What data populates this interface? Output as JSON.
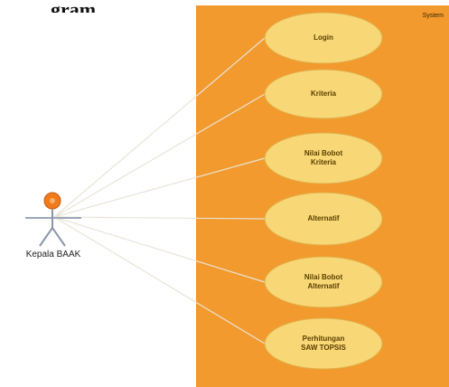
{
  "heading": "gram",
  "system": {
    "label": "System"
  },
  "actor": {
    "label": "Kepala BAAK",
    "icon": "stick-figure-icon"
  },
  "use_cases": [
    {
      "id": "login",
      "lines": [
        "Login"
      ]
    },
    {
      "id": "kriteria",
      "lines": [
        "Kriteria"
      ]
    },
    {
      "id": "nilai-bobot-kriteria",
      "lines": [
        "Nilai Bobot",
        "Kriteria"
      ]
    },
    {
      "id": "alternatif",
      "lines": [
        "Alternatif"
      ]
    },
    {
      "id": "nilai-bobot-alternatif",
      "lines": [
        "Nilai Bobot",
        "Alternatif"
      ]
    },
    {
      "id": "perhitungan-saw-topsis",
      "lines": [
        "Perhitungan",
        "SAW TOPSIS"
      ]
    }
  ],
  "colors": {
    "boundary": "#f29a2e",
    "use_case_fill": "#f8d776",
    "actor_head": "#f07a1c"
  }
}
